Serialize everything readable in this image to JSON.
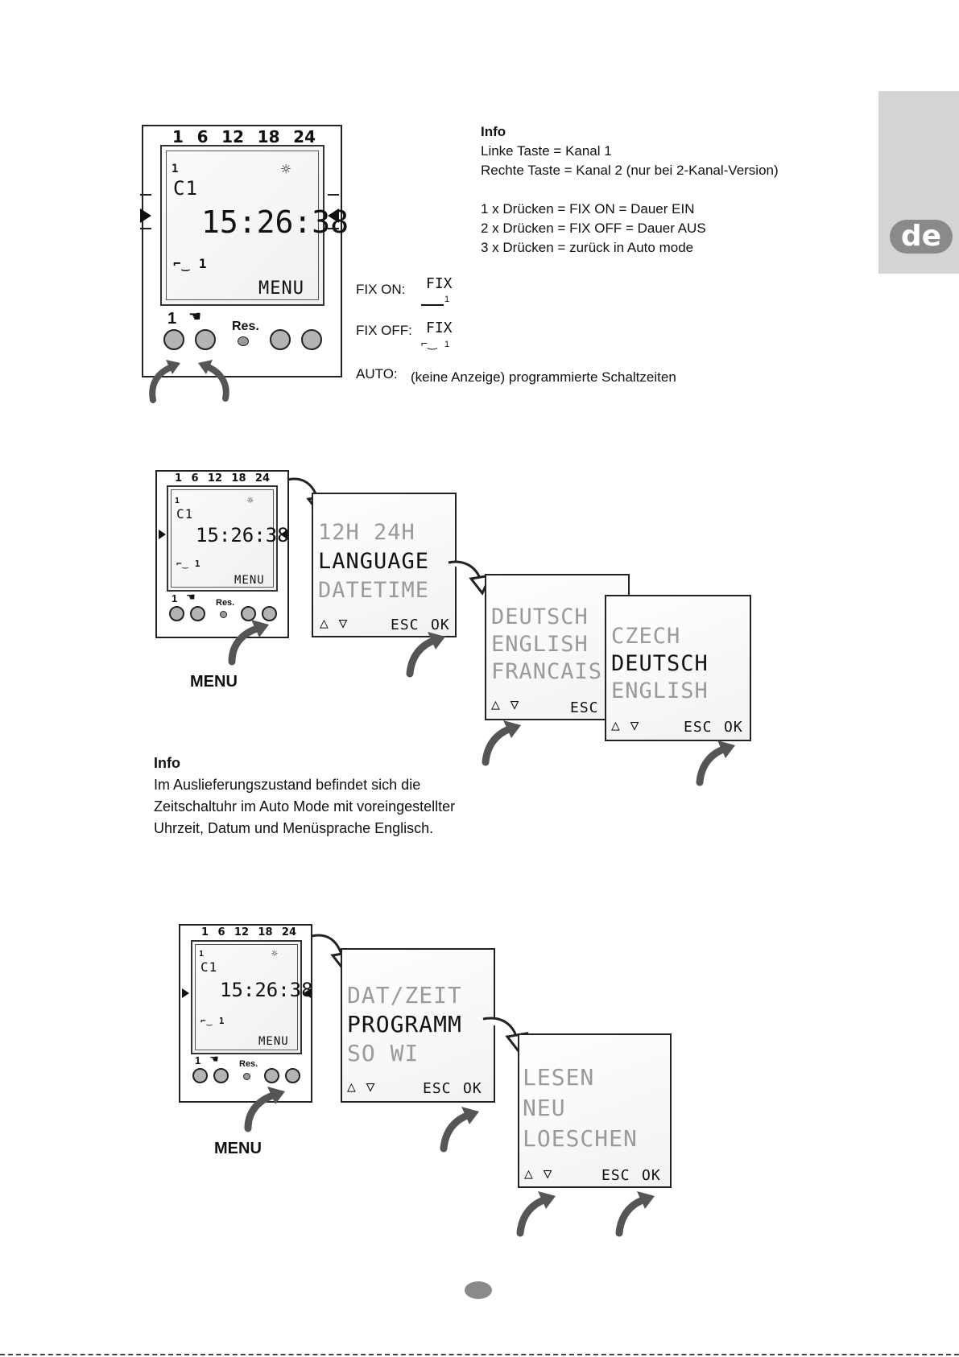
{
  "lang_tab": {
    "code": "de"
  },
  "device": {
    "scale": [
      "1",
      "6",
      "12",
      "18",
      "24"
    ],
    "channel": "1",
    "program": "C1",
    "time": "15:26:38",
    "switch_state": "1",
    "menu": "MENU",
    "manual_label": "1",
    "res_label": "Res."
  },
  "section1": {
    "info_title": "Info",
    "info_lines": [
      "Linke Taste = Kanal 1",
      "Rechte Taste = Kanal 2 (nur bei 2-Kanal-Version)",
      "",
      "1 x Drücken = FIX ON = Dauer EIN",
      "2 x Drücken = FIX OFF = Dauer AUS",
      "3 x Drücken = zurück in Auto mode"
    ],
    "fix_on_label": "FIX ON:",
    "fix_off_label": "FIX OFF:",
    "auto_label": "AUTO:",
    "fix_symbol": "FIX",
    "fix_channel": "1",
    "auto_desc": "(keine Anzeige) programmierte Schaltzeiten"
  },
  "section2": {
    "menu_label": "MENU",
    "screen1": {
      "lines": [
        "12H 24H",
        "LANGUAGE",
        "DATETIME"
      ],
      "esc": "ESC",
      "ok": "OK"
    },
    "screen2": {
      "lines": [
        "DEUTSCH",
        "ENGLISH",
        "FRANCAIS"
      ],
      "esc": "ESC"
    },
    "screen3": {
      "lines": [
        "CZECH",
        "DEUTSCH",
        "ENGLISH"
      ],
      "esc": "ESC",
      "ok": "OK"
    },
    "info_title": "Info",
    "info_lines": [
      "Im Auslieferungszustand befindet sich die",
      "Zeitschaltuhr im Auto Mode mit voreingestellter",
      "Uhrzeit, Datum und Menüsprache Englisch."
    ]
  },
  "section3": {
    "menu_label": "MENU",
    "screen1": {
      "lines": [
        "DAT/ZEIT",
        "PROGRAMM",
        "SO WI"
      ],
      "esc": "ESC",
      "ok": "OK"
    },
    "screen2": {
      "lines": [
        "LESEN",
        "NEU",
        "LOESCHEN"
      ],
      "esc": "ESC",
      "ok": "OK"
    }
  },
  "colors": {
    "tab_gray": "#d4d4d4",
    "pill_gray": "#8a8a8a",
    "button_gray": "#b4b4b4",
    "dim_text": "#9a9a9a"
  }
}
